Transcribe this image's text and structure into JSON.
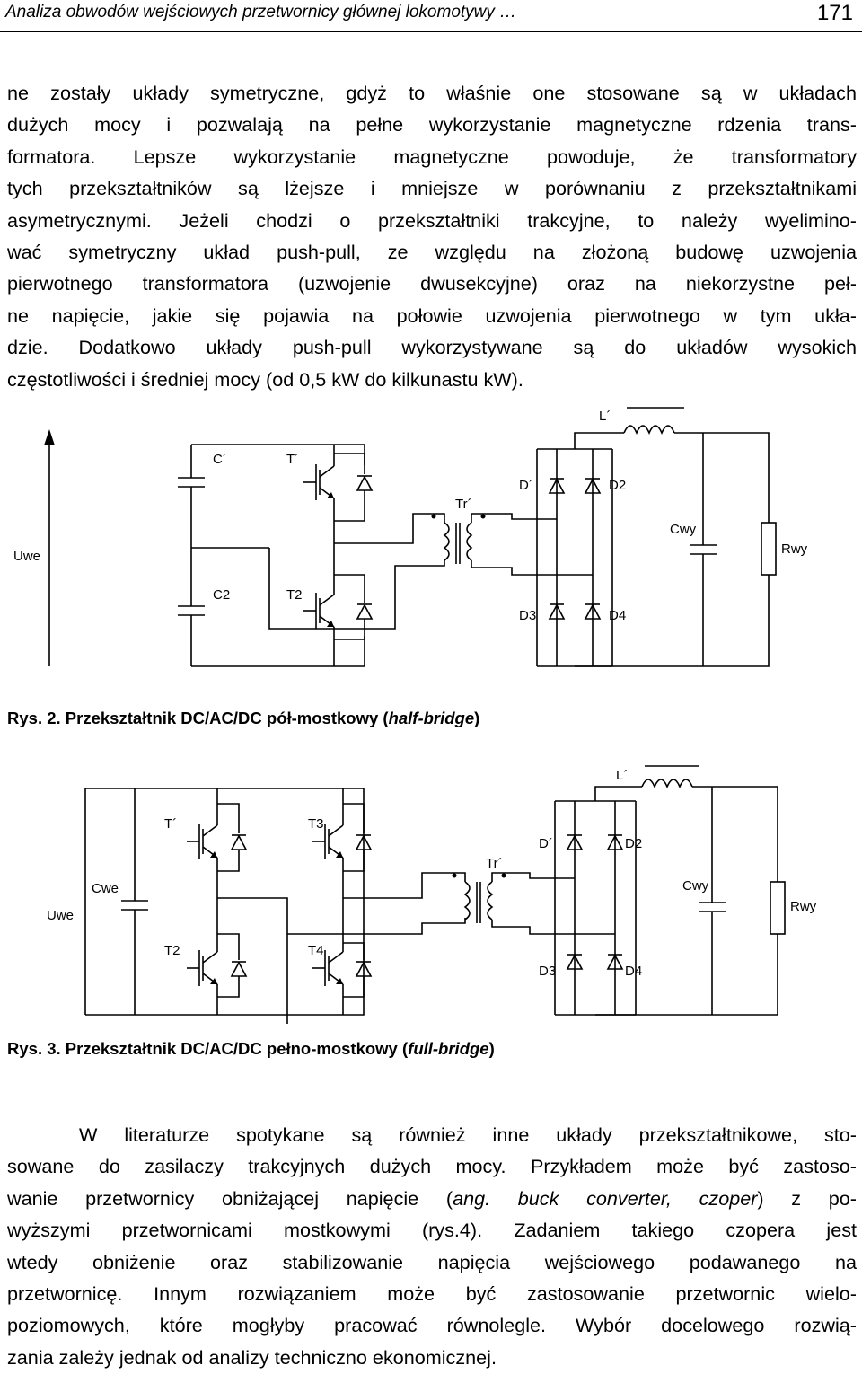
{
  "header": {
    "title": "Analiza obwodów wejściowych przetwornicy głównej lokomotywy …",
    "page_number": "171"
  },
  "paragraph1": [
    "ne zostały układy symetryczne, gdyż to właśnie one stosowane są w układach",
    "dużych mocy i pozwalają na pełne wykorzystanie magnetyczne rdzenia trans-",
    "formatora. Lepsze wykorzystanie magnetyczne powoduje, że transformatory",
    "tych przekształtników są lżejsze i mniejsze w porównaniu z przekształtnikami",
    "asymetrycznymi. Jeżeli chodzi o przekształtniki trakcyjne, to należy wyelimino-",
    "wać symetryczny układ push-pull, ze względu na złożoną budowę uzwojenia",
    "pierwotnego transformatora (uzwojenie dwusekcyjne) oraz na niekorzystne peł-",
    "ne napięcie, jakie się pojawia na połowie uzwojenia pierwotnego w tym ukła-",
    "dzie. Dodatkowo układy push-pull wykorzystywane są do układów wysokich",
    "częstotliwości i średniej mocy (od 0,5 kW do kilkunastu kW)."
  ],
  "figure2": {
    "labels": {
      "l1": "L´",
      "c1": "C´",
      "t1": "T´",
      "tr1": "Tr´",
      "d1": "D´",
      "d2": "D2",
      "cwy": "Cwy",
      "uwe": "Uwe",
      "rwy": "Rwy",
      "c2": "C2",
      "t2": "T2",
      "d3": "D3",
      "d4": "D4"
    },
    "caption_prefix": "Rys. 2. Przekształtnik DC/AC/DC pół-mostkowy (",
    "caption_term": "half-bridge",
    "caption_suffix": ")"
  },
  "figure3": {
    "labels": {
      "l1": "L´",
      "t1": "T´",
      "t3": "T3",
      "d1": "D´",
      "d2": "D2",
      "tr1": "Tr´",
      "cwe": "Cwe",
      "cwy": "Cwy",
      "uwe": "Uwe",
      "rwy": "Rwy",
      "t2": "T2",
      "t4": "T4",
      "d3": "D3",
      "d4": "D4"
    },
    "caption_prefix": "Rys. 3. Przekształtnik DC/AC/DC pełno-mostkowy (",
    "caption_term": "full-bridge",
    "caption_suffix": ")"
  },
  "paragraph2": {
    "line1": "W literaturze spotykane są również inne układy przekształtnikowe, sto-",
    "line2": "sowane do zasilaczy trakcyjnych dużych mocy. Przykładem może być zastoso-",
    "line3_a": "wanie przetwornicy obniżającej napięcie (",
    "line3_i": "ang. buck converter, czoper",
    "line3_b": ") z po-",
    "line4": "wyższymi przetwornicami mostkowymi (rys.4). Zadaniem takiego czopera jest",
    "line5": "wtedy obniżenie oraz stabilizowanie napięcia wejściowego podawanego na",
    "line6": "przetwornicę. Innym rozwiązaniem może być zastosowanie przetwornic wielo-",
    "line7": "poziomowych, które mogłyby pracować równolegle. Wybór docelowego rozwią-",
    "line8": "zania zależy jednak od analizy techniczno ekonomicznej."
  }
}
